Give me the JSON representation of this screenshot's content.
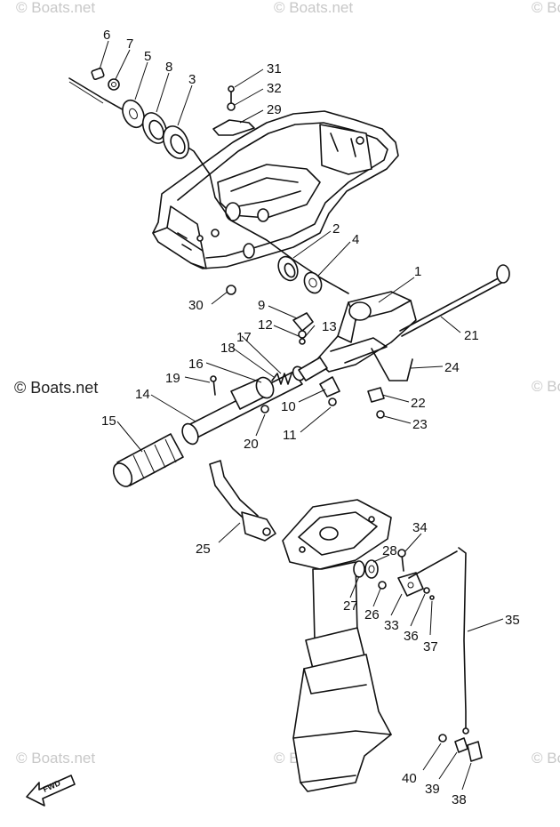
{
  "watermarks": {
    "main": "© Boats.net",
    "faint": "© Boats.net"
  },
  "fwd_label": "FWD",
  "part_numbers": [
    "1",
    "2",
    "3",
    "4",
    "5",
    "6",
    "7",
    "8",
    "9",
    "10",
    "11",
    "12",
    "13",
    "14",
    "15",
    "16",
    "17",
    "18",
    "19",
    "20",
    "21",
    "22",
    "23",
    "24",
    "25",
    "26",
    "27",
    "28",
    "29",
    "30",
    "31",
    "32",
    "33",
    "34",
    "35",
    "36",
    "37",
    "38",
    "39",
    "40"
  ]
}
